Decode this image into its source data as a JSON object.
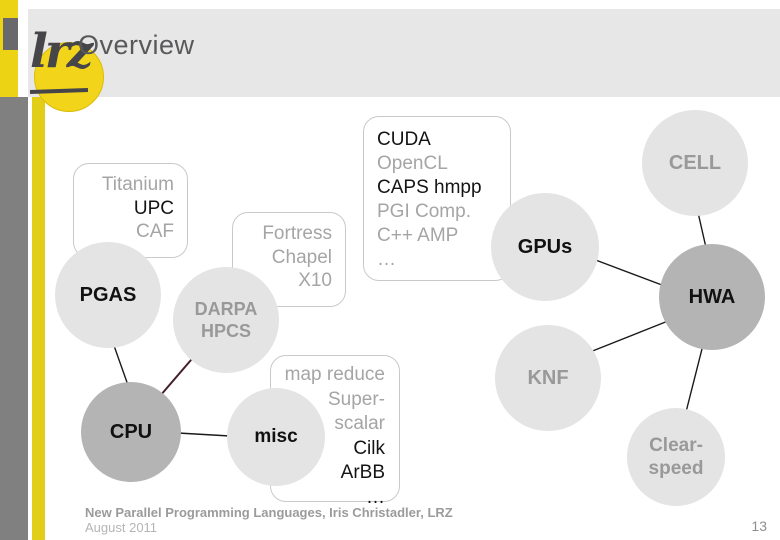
{
  "header": {
    "title": "Overview",
    "logo_text": "lrz"
  },
  "diagram": {
    "boxes": [
      {
        "name": "pgas-languages",
        "lines": [
          "Titanium",
          "UPC",
          "CAF"
        ]
      },
      {
        "name": "hpcs-languages",
        "lines": [
          "Fortress",
          "Chapel",
          "X10"
        ]
      },
      {
        "name": "gpu-languages",
        "lines": [
          "CUDA",
          "OpenCL",
          "CAPS hmpp",
          "PGI Comp.",
          "C++ AMP",
          "…"
        ]
      },
      {
        "name": "misc-languages",
        "lines": [
          "map reduce",
          "Super-",
          "scalar",
          "Cilk",
          "ArBB",
          "…"
        ]
      }
    ],
    "nodes": {
      "pgas": "PGAS",
      "darpa_line1": "DARPA",
      "darpa_line2": "HPCS",
      "gpus": "GPUs",
      "cell": "CELL",
      "hwa": "HWA",
      "knf": "KNF",
      "cpu": "CPU",
      "misc": "misc",
      "clearspeed_line1": "Clear-",
      "clearspeed_line2": "speed"
    },
    "edges": [
      "pgas-cpu",
      "cpu-darpa",
      "cpu-misc",
      "gpus-hwa",
      "cell-hwa",
      "knf-hwa",
      "hwa-clearspeed"
    ]
  },
  "footer": {
    "credit": "New Parallel Programming Languages, Iris Christadler, LRZ",
    "date": "August 2011",
    "page_number": "13"
  },
  "colors": {
    "accent_yellow": "#ecd414",
    "sidebar_gray": "#808080",
    "header_band": "#e7e7e7",
    "node_light": "#e4e4e4",
    "node_dark": "#b4b4b4",
    "edge_black": "#1a1a1a",
    "edge_dark_red": "#43202c"
  }
}
